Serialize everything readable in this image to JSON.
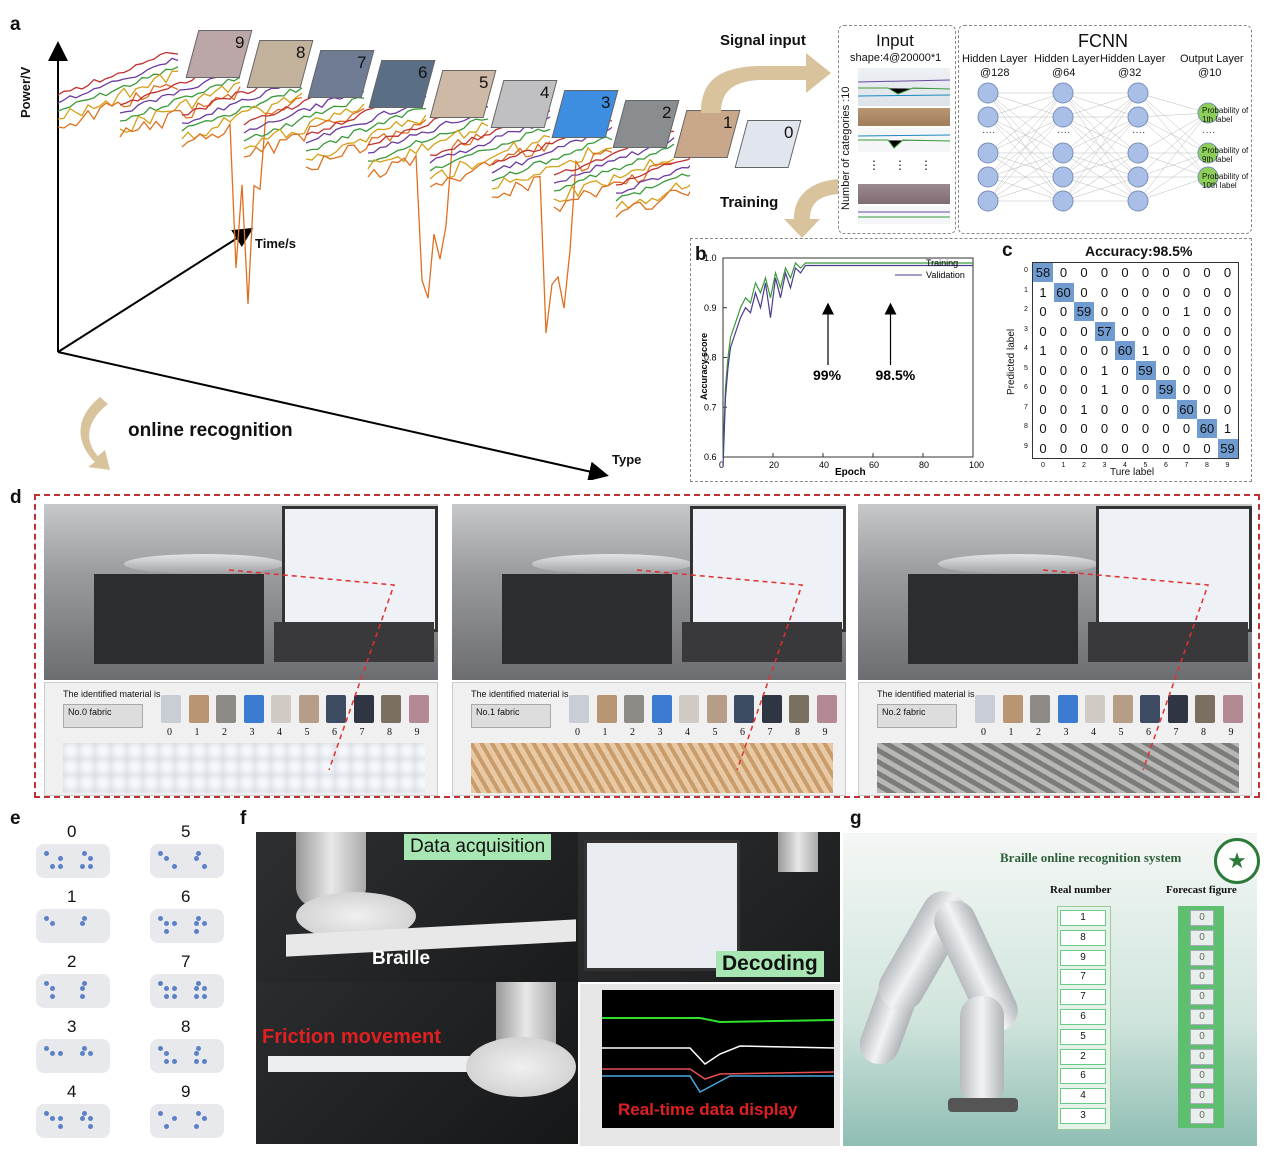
{
  "panels": {
    "a": "a",
    "b": "b",
    "c": "c",
    "d": "d",
    "e": "e",
    "f": "f",
    "g": "g"
  },
  "panel_a": {
    "y_axis": "Power/V",
    "t_axis": "Time/s",
    "x_axis": "Type",
    "online": "online recognition",
    "signal_input": "Signal input",
    "training": "Training",
    "type_numbers": [
      "9",
      "8",
      "7",
      "6",
      "5",
      "4",
      "3",
      "2",
      "1",
      "0"
    ],
    "input_title": "Input",
    "input_shape": "shape:4@20000*1",
    "num_categories": "Number of categories :10",
    "fcnn_title": "FCNN",
    "layers": [
      {
        "name": "Hidden Layer",
        "size": "@128"
      },
      {
        "name": "Hidden Layer",
        "size": "@64"
      },
      {
        "name": "Hidden Layer",
        "size": "@32"
      },
      {
        "name": "Output Layer",
        "size": "@10"
      }
    ],
    "outputs": [
      "Probability of 1th label",
      "Probability of 9th label",
      "Probability of 10th label"
    ]
  },
  "chart_data": [
    {
      "type": "line",
      "xlabel": "Epoch",
      "ylabel": "Accuracy score",
      "xlim": [
        0,
        100
      ],
      "ylim": [
        0.6,
        1.0
      ],
      "x_ticks": [
        "0",
        "20",
        "40",
        "60",
        "80",
        "100"
      ],
      "y_ticks": [
        "0.6",
        "0.7",
        "0.8",
        "0.9",
        "1.0"
      ],
      "legend": [
        "Training",
        "Validation"
      ],
      "annotations": [
        "99%",
        "98.5%"
      ],
      "series": [
        {
          "name": "Training",
          "color": "#3a9a3a",
          "x": [
            0,
            1,
            2,
            3,
            5,
            7,
            9,
            11,
            13,
            15,
            17,
            19,
            21,
            23,
            25,
            27,
            29,
            31,
            33,
            35,
            40,
            60,
            80,
            100
          ],
          "values": [
            0.6,
            0.74,
            0.8,
            0.84,
            0.87,
            0.9,
            0.92,
            0.91,
            0.95,
            0.93,
            0.96,
            0.92,
            0.97,
            0.94,
            0.98,
            0.96,
            0.99,
            0.98,
            0.99,
            0.99,
            0.99,
            0.99,
            0.99,
            0.99
          ]
        },
        {
          "name": "Validation",
          "color": "#4b3b8f",
          "x": [
            0,
            1,
            2,
            3,
            5,
            7,
            9,
            11,
            13,
            15,
            17,
            19,
            21,
            23,
            25,
            27,
            29,
            31,
            33,
            35,
            40,
            60,
            80,
            100
          ],
          "values": [
            0.58,
            0.72,
            0.78,
            0.82,
            0.85,
            0.88,
            0.9,
            0.89,
            0.93,
            0.9,
            0.95,
            0.88,
            0.96,
            0.92,
            0.97,
            0.94,
            0.98,
            0.97,
            0.985,
            0.985,
            0.985,
            0.985,
            0.985,
            0.985
          ]
        }
      ]
    },
    {
      "type": "heatmap",
      "title": "Accuracy:98.5%",
      "ylabel": "Predicted label",
      "xlabel": "Ture label",
      "labels": [
        "0",
        "1",
        "2",
        "3",
        "4",
        "5",
        "6",
        "7",
        "8",
        "9"
      ],
      "matrix": [
        [
          58,
          0,
          0,
          0,
          0,
          0,
          0,
          0,
          0,
          0
        ],
        [
          1,
          60,
          0,
          0,
          0,
          0,
          0,
          0,
          0,
          0
        ],
        [
          0,
          0,
          59,
          0,
          0,
          0,
          0,
          1,
          0,
          0
        ],
        [
          0,
          0,
          0,
          57,
          0,
          0,
          0,
          0,
          0,
          0
        ],
        [
          1,
          0,
          0,
          0,
          60,
          1,
          0,
          0,
          0,
          0
        ],
        [
          0,
          0,
          0,
          1,
          0,
          59,
          0,
          0,
          0,
          0
        ],
        [
          0,
          0,
          0,
          1,
          0,
          0,
          59,
          0,
          0,
          0
        ],
        [
          0,
          0,
          1,
          0,
          0,
          0,
          0,
          60,
          0,
          0
        ],
        [
          0,
          0,
          0,
          0,
          0,
          0,
          0,
          0,
          60,
          1
        ],
        [
          0,
          0,
          0,
          0,
          0,
          0,
          0,
          0,
          0,
          59
        ]
      ]
    }
  ],
  "panel_d": {
    "identified_label": "The identified material is",
    "results": [
      "No.0 fabric",
      "No.1 fabric",
      "No.2 fabric"
    ],
    "swatch_labels": [
      "0",
      "1",
      "2",
      "3",
      "4",
      "5",
      "6",
      "7",
      "8",
      "9"
    ],
    "swatch_colors": [
      "#c8cdd6",
      "#b89674",
      "#8e8a86",
      "#3b7bd1",
      "#cfcbc4",
      "#b59d88",
      "#3e4c63",
      "#2f3542",
      "#7a6f60",
      "#b38a94"
    ]
  },
  "panel_e": {
    "digits": [
      "0",
      "1",
      "2",
      "3",
      "4",
      "5",
      "6",
      "7",
      "8",
      "9"
    ]
  },
  "panel_f": {
    "data_acquisition": "Data acquisition",
    "braille": "Braille",
    "decoding": "Decoding",
    "friction": "Friction movement",
    "realtime": "Real-time data display"
  },
  "panel_g": {
    "title": "Braille online recognition system",
    "real_number": "Real  number",
    "forecast": "Forecast  figure",
    "real_values": [
      "1",
      "8",
      "9",
      "7",
      "7",
      "6",
      "5",
      "2",
      "6",
      "4",
      "3"
    ],
    "forecast_values": [
      "0",
      "0",
      "0",
      "0",
      "0",
      "0",
      "0",
      "0",
      "0",
      "0",
      "0"
    ]
  }
}
